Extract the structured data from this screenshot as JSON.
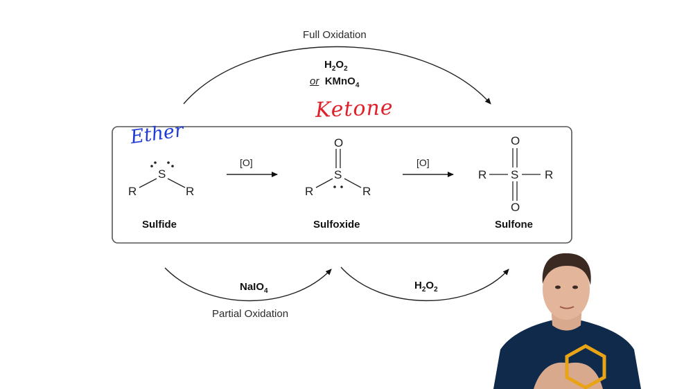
{
  "top": {
    "title": "Full Oxidation",
    "reagent1_main": "H",
    "reagent1_sub1": "2",
    "reagent1_o": "O",
    "reagent1_sub2": "2",
    "reagent_or": "or",
    "reagent2_main": "KMnO",
    "reagent2_sub": "4"
  },
  "annotations": {
    "ketone": "Ketone",
    "ether": "Ether"
  },
  "box": {
    "sulfide": {
      "name": "Sulfide",
      "s": "S",
      "r_left": "R",
      "r_right": "R"
    },
    "arrow1": {
      "label": "[O]"
    },
    "sulfoxide": {
      "name": "Sulfoxide",
      "s": "S",
      "o": "O",
      "r_left": "R",
      "r_right": "R"
    },
    "arrow2": {
      "label": "[O]"
    },
    "sulfone": {
      "name": "Sulfone",
      "s": "S",
      "o_top": "O",
      "o_bottom": "O",
      "r_left": "R",
      "r_right": "R"
    }
  },
  "bottom": {
    "left_reagent_main": "NaIO",
    "left_reagent_sub": "4",
    "left_caption": "Partial Oxidation",
    "right_reagent_h": "H",
    "right_reagent_sub1": "2",
    "right_reagent_o": "O",
    "right_reagent_sub2": "2"
  },
  "colors": {
    "box_border": "#555555",
    "ketone_ink": "#e0202a",
    "ether_ink": "#1f3bd6",
    "presenter_shirt": "#0f2a4a",
    "logo_yellow": "#e8a317"
  }
}
